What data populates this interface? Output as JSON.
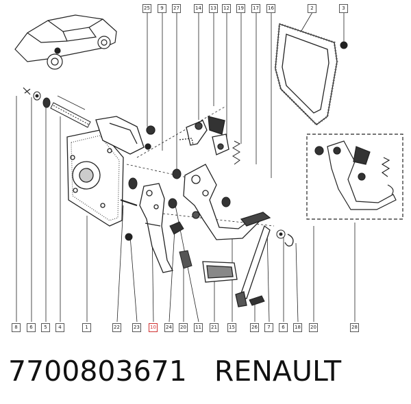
{
  "caption": {
    "part_number": "7700803671",
    "brand": "RENAULT"
  },
  "callouts_top": [
    "25",
    "9",
    "27",
    "14",
    "13",
    "12",
    "19",
    "17",
    "16",
    "2",
    "3"
  ],
  "callouts_bottom": [
    "8",
    "6",
    "5",
    "4",
    "1",
    "22",
    "23",
    "10",
    "24",
    "20",
    "11",
    "21",
    "15",
    "26",
    "7",
    "6",
    "18",
    "20",
    "28"
  ],
  "highlighted_callout": "10",
  "colors": {
    "line": "#222222",
    "callout_border": "#555555",
    "highlight": "#d03030"
  }
}
